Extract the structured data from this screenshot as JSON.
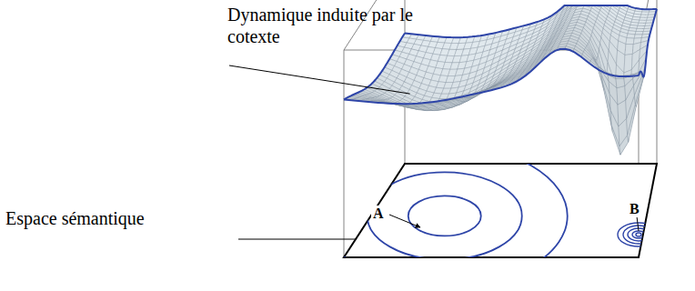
{
  "diagram": {
    "labels": [
      "Dynamique induite par le cotexte",
      "Espace sémantique",
      "A",
      "B"
    ]
  }
}
